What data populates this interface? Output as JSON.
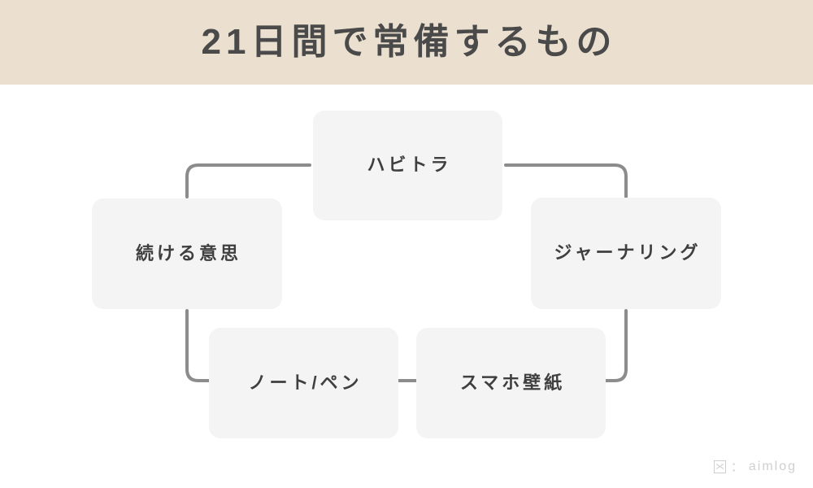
{
  "header": {
    "title": "21日間で常備するもの",
    "band_color": "#EBE0CF",
    "title_color": "#4A4A4A"
  },
  "diagram": {
    "type": "flow",
    "node_fill": "#F4F4F4",
    "node_text_color": "#3F3F3F",
    "connector_color": "#8C8C8C",
    "nodes": [
      {
        "id": "top",
        "label": "ハビトラ"
      },
      {
        "id": "left",
        "label": "続ける意思"
      },
      {
        "id": "right",
        "label": "ジャーナリング"
      },
      {
        "id": "bleft",
        "label": "ノート/ペン"
      },
      {
        "id": "bright",
        "label": "スマホ壁紙"
      }
    ],
    "connections": [
      {
        "from": "top",
        "to": "left"
      },
      {
        "from": "top",
        "to": "right"
      },
      {
        "from": "left",
        "to": "bleft"
      },
      {
        "from": "bleft",
        "to": "bright"
      },
      {
        "from": "bright",
        "to": "right"
      }
    ]
  },
  "watermark": {
    "glyph": "missing-glyph-box-icon",
    "separator": "：",
    "text": "aimlog",
    "color": "#CFCFCF"
  }
}
